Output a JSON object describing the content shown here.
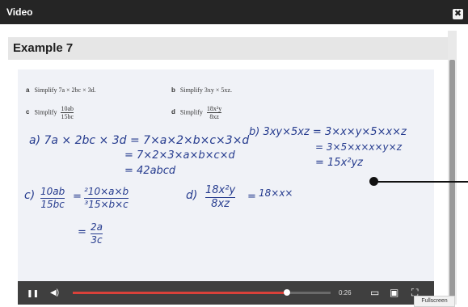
{
  "window": {
    "title": "Video",
    "close_symbol": "✖"
  },
  "page": {
    "heading": "Example 7"
  },
  "questions": [
    {
      "letter": "a",
      "prompt": "Simplify 7a × 2bc × 3d."
    },
    {
      "letter": "b",
      "prompt": "Simplify 3xy × 5xz."
    },
    {
      "letter": "c",
      "prompt": "Simplify",
      "numerator": "10ab",
      "denominator": "15bc"
    },
    {
      "letter": "d",
      "prompt": "Simplify",
      "numerator": "18x²y",
      "denominator": "8xz"
    }
  ],
  "handwriting": {
    "a_line1": "a) 7a × 2bc × 3d = 7×a×2×b×c×3×d",
    "a_line2": "= 7×2×3×a×b×c×d",
    "a_line3": "= 42abcd",
    "b_line1": "b) 3xy×5xz = 3×x×y×5×x×z",
    "b_line2": "= 3×5×x×x×y×z",
    "b_line3": "= 15x²yz",
    "c_num": "10ab",
    "c_den": "15bc",
    "c_work_num": "²10×a×b",
    "c_work_den": "³15×b×c",
    "c_result_num": "2a",
    "c_result_den": "3c",
    "d_num": "18x²y",
    "d_den": "8xz",
    "d_work": "18×x×"
  },
  "player": {
    "time": "0:26",
    "progress": 0.83,
    "pause_symbol": "❚❚",
    "volume_symbol": "◀)",
    "cc_symbol": "▭",
    "pip_symbol": "▣",
    "fullscreen_symbol": "⛶",
    "fullscreen_tooltip": "Fullscreen"
  }
}
